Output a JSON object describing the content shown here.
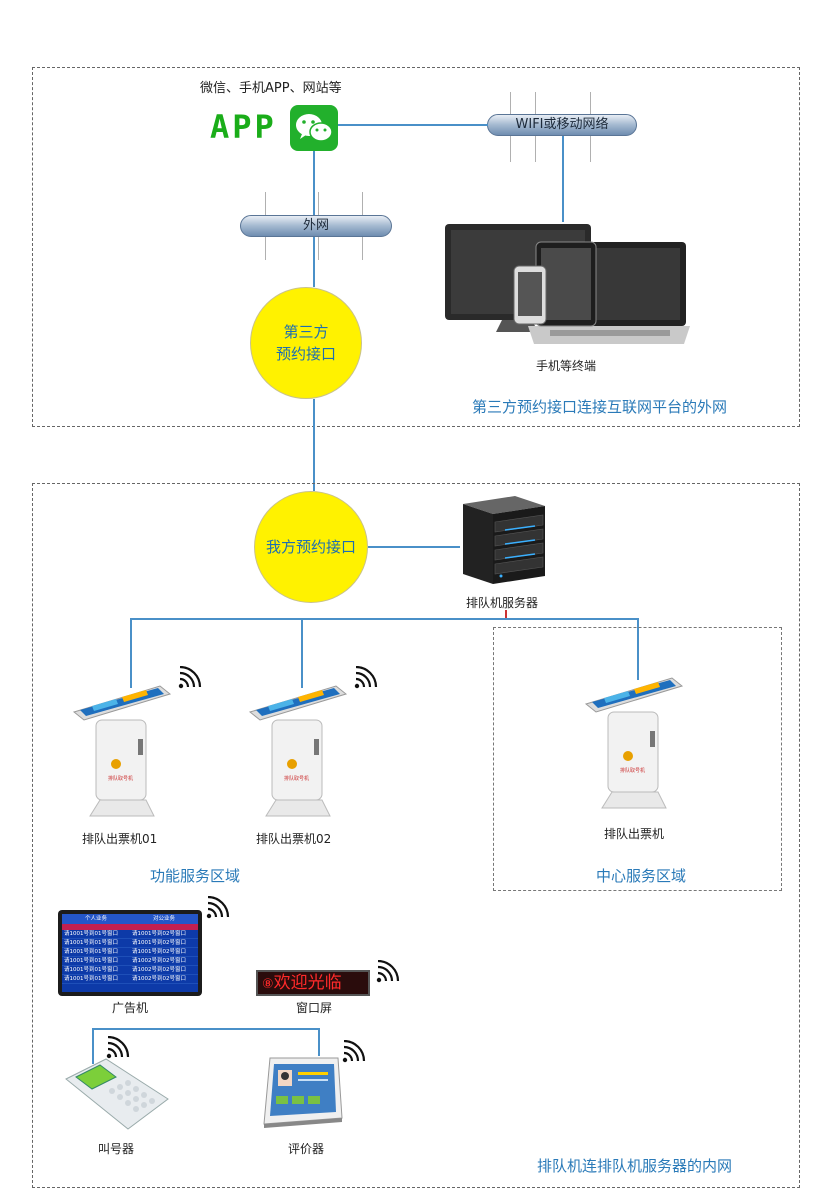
{
  "top_zone": {
    "caption": "微信、手机APP、网站等",
    "app_text": "APP",
    "wifi_pipe": "WIFI或移动网络",
    "external_pipe": "外网",
    "third_party_circle": [
      "第三方",
      "预约接口"
    ],
    "terminal_label": "手机等终端",
    "zone_label": "第三方预约接口连接互联网平台的外网"
  },
  "bottom_zone": {
    "our_circle": "我方预约接口",
    "server_label": "排队机服务器",
    "kiosks": [
      {
        "label": "排队出票机01"
      },
      {
        "label": "排队出票机02"
      },
      {
        "label": "排队出票机"
      }
    ],
    "kiosk_screen_text": "排队取号机",
    "function_area_label": "功能服务区域",
    "center_area_label": "中心服务区域",
    "ad_screen": {
      "label": "广告机",
      "col1": "个人业务",
      "col2": "对公业务",
      "rows": [
        [
          "请1001号到01号窗口",
          "请1001号到02号窗口"
        ],
        [
          "请1001号到01号窗口",
          "请1001号到02号窗口"
        ],
        [
          "请1001号到01号窗口",
          "请1001号到02号窗口"
        ],
        [
          "请1001号到01号窗口",
          "请1002号到02号窗口"
        ],
        [
          "请1001号到01号窗口",
          "请1002号到02号窗口"
        ],
        [
          "请1001号到01号窗口",
          "请1002号到02号窗口"
        ]
      ]
    },
    "window_screen": {
      "label": "窗口屏",
      "number": "⑧",
      "text": "欢迎光临"
    },
    "caller_label": "叫号器",
    "evaluator_label": "评价器",
    "zone_label": "排队机连排队机服务器的内网"
  },
  "colors": {
    "wire": "#4a90c8",
    "circle_fill": "#fff200",
    "zone_label": "#2a7ab8",
    "app_green": "#1aad19"
  }
}
